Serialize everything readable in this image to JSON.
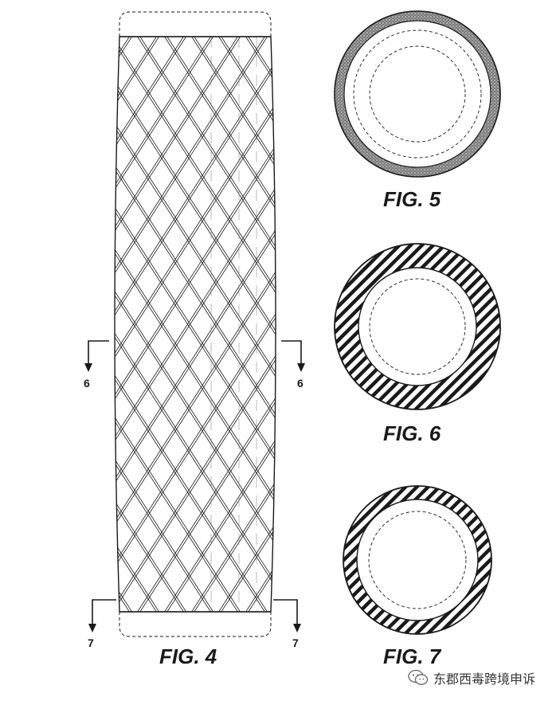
{
  "figures": {
    "fig4": {
      "label": "FIG. 4",
      "section_marks": [
        "6",
        "6",
        "7",
        "7"
      ]
    },
    "fig5": {
      "label": "FIG. 5"
    },
    "fig6": {
      "label": "FIG. 6"
    },
    "fig7": {
      "label": "FIG. 7"
    }
  },
  "watermark": {
    "text": "东郡西毒跨境申诉",
    "icon": "wechat-icon"
  },
  "colors": {
    "ink": "#1a1a1a",
    "background": "#ffffff"
  }
}
